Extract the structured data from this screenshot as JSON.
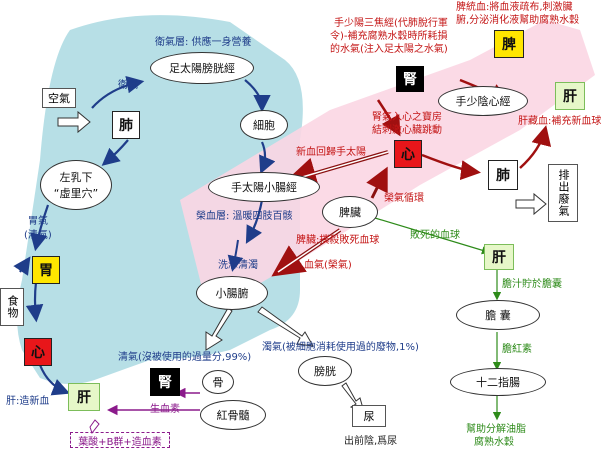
{
  "organs": {
    "lung_left": "肺",
    "lung_right": "肺",
    "stomach": "胃",
    "heart_left": "心",
    "heart_center": "心",
    "liver_left": "肝",
    "liver_top_right": "肝",
    "liver_mid_right": "肝",
    "spleen_top": "脾",
    "kidney_top": "腎",
    "kidney_bottom": "腎"
  },
  "nodes": {
    "air": "空氣",
    "food": "食物",
    "left_breast_1": "左乳下",
    "left_breast_2": "“虛里穴”",
    "bladder_meridian": "足太陽膀胱經",
    "cell": "細胞",
    "small_intestine_meridian": "手太陽小腸經",
    "pericardium_meridian": "手少陰心經",
    "spleen_viscus": "脾臟",
    "small_intestine": "小腸腑",
    "bladder": "膀胱",
    "bone": "骨",
    "red_marrow": "紅骨髓",
    "urine": "尿",
    "exhaust": "排出廢氣",
    "gallbladder": "膽 囊",
    "duodenum": "十二指腸"
  },
  "labels": {
    "wei_qi_top": "衛氣層: 供應一身營養",
    "wei_qi": "衛氣",
    "stomach_qi_1": "胃氣",
    "stomach_qi_2": "(清氣)",
    "nourish_level": "榮血層: 溫暖四肢百骸",
    "wash_turbid": "洗滌清濁",
    "clear_qi": "清氣(沒被使用的過量分,99%)",
    "turbid_qi": "濁氣(被細胞消耗使用過的廢物,1%)",
    "liver_new_blood": "肝:造新血",
    "hematopoietin": "生血素",
    "folic": "葉酸+B群+造血素",
    "urine_out": "出前陰,爲尿",
    "sanjiao_1": "手少陽三焦經(代肺脫行軍",
    "sanjiao_2": "令)-補充腐熟水穀時所耗損",
    "sanjiao_3": "的水氣(注入足太陽之水氣)",
    "kidney_heart_1": "腎氣入心之寶房",
    "kidney_heart_2": "結刺激心臟跳動",
    "new_blood_return": "新血回歸手太陽",
    "nourish_circ": "榮氣循環",
    "spleen_kill": "脾臟:撲殺敗死血球",
    "blood_nourish": "血氣(榮氣)",
    "dead_blood": "敗死的血球",
    "spleen_top_1": "脾統血:將血液疏布,刺激臟",
    "spleen_top_2": "腑,分泌消化液幫助腐熟水穀",
    "liver_store": "肝藏血:補充新血球",
    "bile_store": "膽汁貯於膽囊",
    "bilirubin": "膽紅素",
    "digest_1": "幫助分解油脂",
    "digest_2": "腐熟水穀"
  },
  "colors": {
    "teal_region": "#b7dfe6",
    "pink_region": "#fbd6e3",
    "arrow_blue": "#1f3d8a",
    "arrow_red": "#a01010",
    "arrow_green": "#2e8b1a",
    "arrow_purple": "#8b1a8b"
  }
}
